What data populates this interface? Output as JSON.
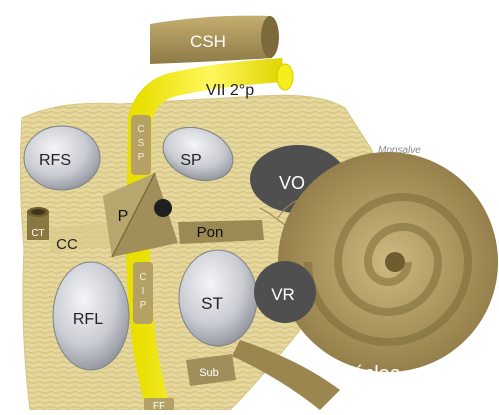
{
  "labels": {
    "csh": "CSH",
    "vii": "VII 2°p",
    "csp": "C S P",
    "rfs": "RFS",
    "sp": "SP",
    "vo": "VO",
    "monsalve": "Monsalve",
    "ct": "CT",
    "cc": "CC",
    "p": "P",
    "pon": "Pon",
    "cip": "C I P",
    "rfl": "RFL",
    "st": "ST",
    "vr": "VR",
    "sub": "Sub",
    "ff": "FF",
    "coclea": "cóclea"
  },
  "colors": {
    "background": "#ffffff",
    "bone": "#e3d497",
    "bone_line": "#c9b66e",
    "canal": "#b4a163",
    "canal_dark": "#8a7843",
    "nerve": "#f6ee1a",
    "grey_window": "#cfd2d8",
    "dark_window": "#4f4f4f",
    "pyramid": "#9c8a55"
  }
}
